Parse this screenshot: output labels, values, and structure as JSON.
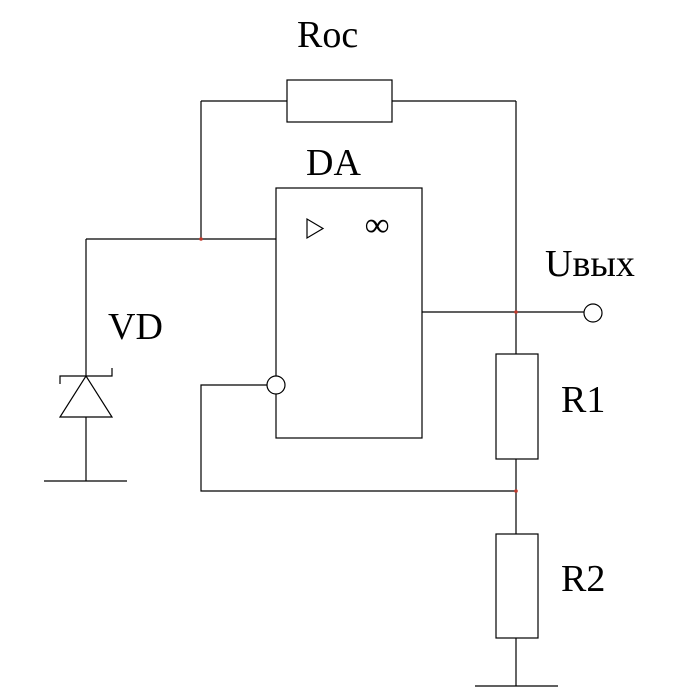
{
  "labels": {
    "roc": "Roc",
    "da": "DA",
    "uout": "Uвых",
    "vd": "VD",
    "r1": "R1",
    "r2": "R2",
    "infinity": "∞"
  },
  "colors": {
    "line": "#000000",
    "node": "#c0392b",
    "background": "#ffffff"
  }
}
